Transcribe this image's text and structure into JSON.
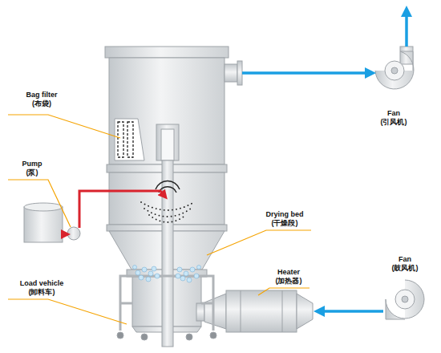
{
  "diagram": {
    "labels": [
      "Bag filter",
      "(布袋)",
      "Pump",
      "(泵)",
      "Load vehicle",
      "(卸料车)",
      "Drying bed",
      "(干燥段)",
      "Heater",
      "(加热器)",
      "Fan",
      "(引风机)",
      "Fan",
      "(鼓风机)"
    ]
  }
}
